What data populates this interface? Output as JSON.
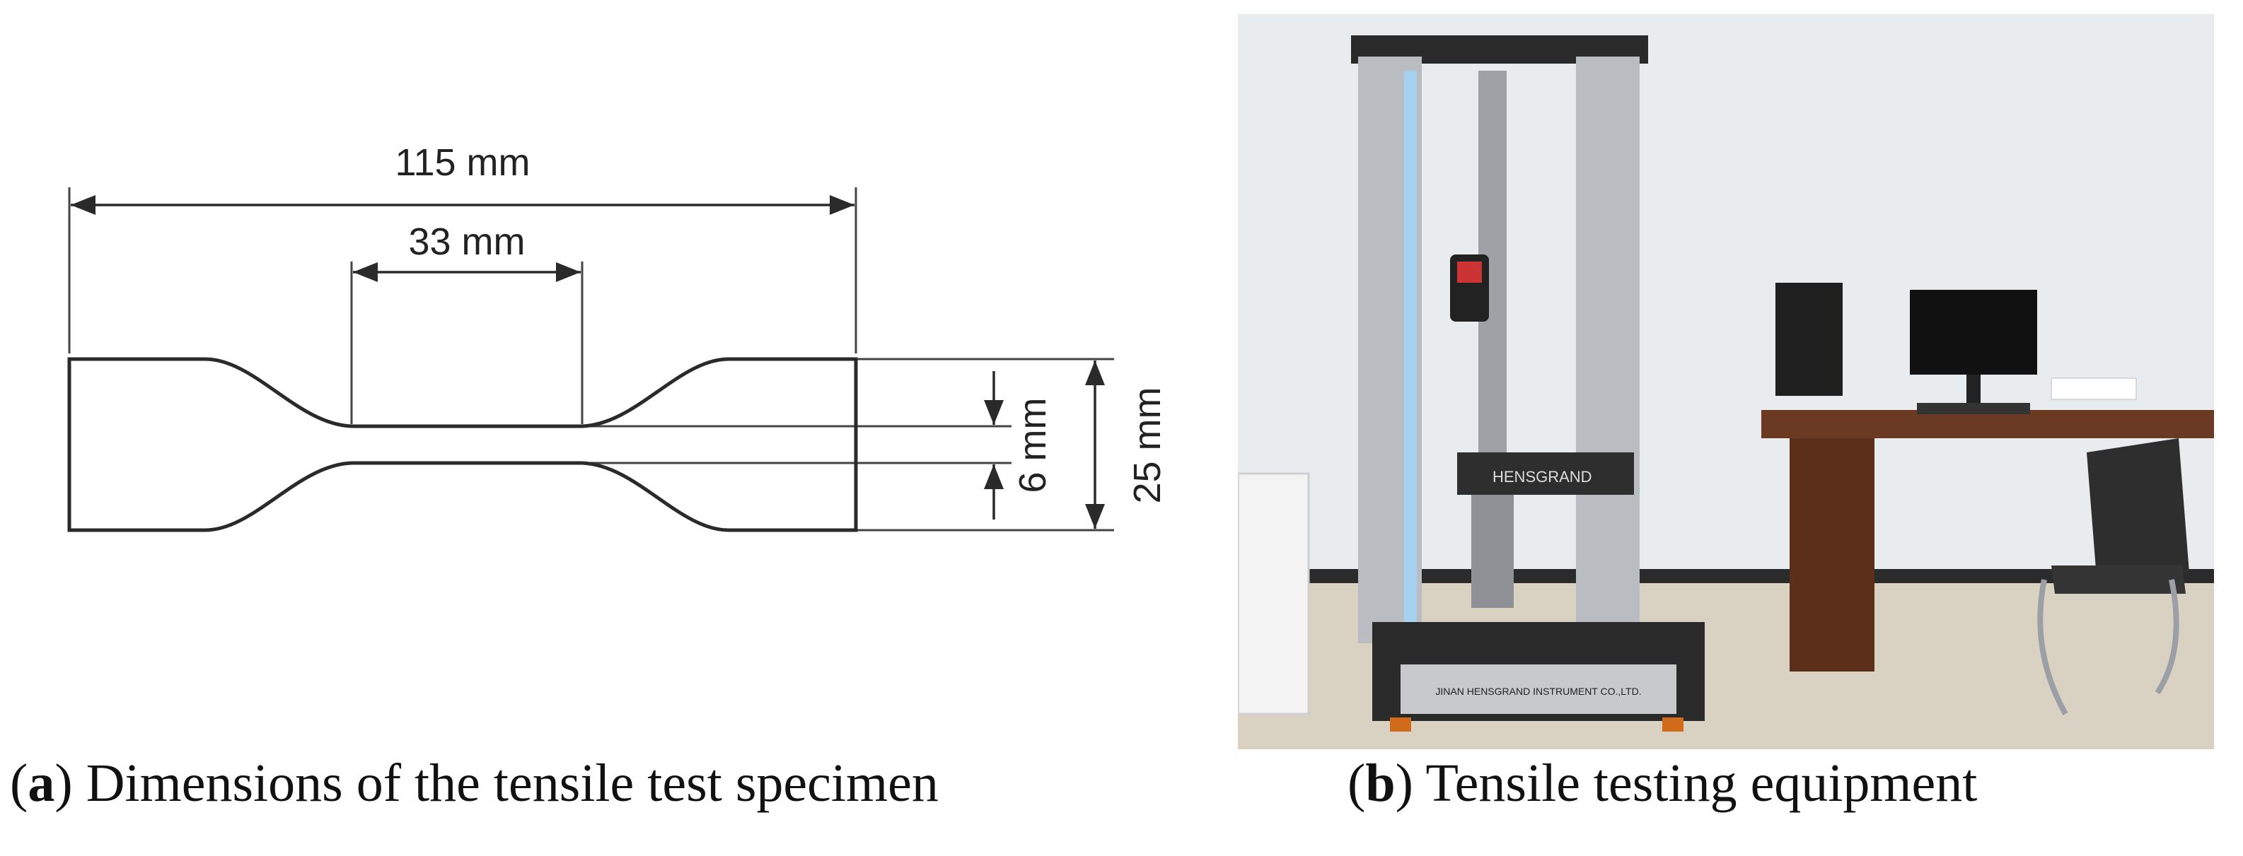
{
  "panel_a": {
    "dimensions": {
      "overall_length": "115 mm",
      "gauge_length": "33 mm",
      "gauge_width": "6 mm",
      "grip_width": "25 mm"
    },
    "caption": {
      "letter": "a",
      "text": "Dimensions of the tensile test specimen"
    }
  },
  "panel_b": {
    "machine_label": "HENSGRAND",
    "base_label": "JINAN HENSGRAND INSTRUMENT CO.,LTD.",
    "caption": {
      "letter": "b",
      "text": "Tensile testing equipment"
    }
  },
  "colors": {
    "line": "#2a2a2a",
    "frame_aluminum": "#b9bcc0",
    "desk_wood": "#6b3a22",
    "wall": "#e9ecef"
  }
}
